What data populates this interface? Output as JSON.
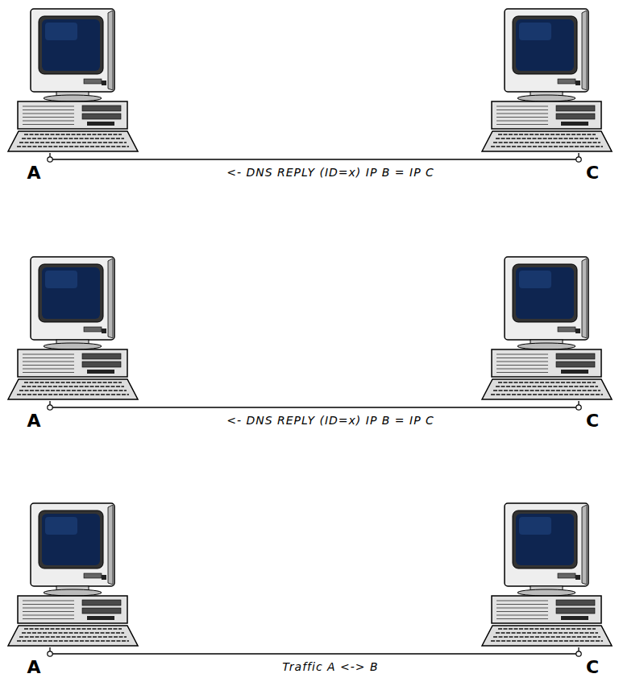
{
  "diagram": {
    "nodes": [
      {
        "text": [
          "A"
        ]
      },
      {
        "text": [
          "C"
        ]
      },
      {
        "text": [
          "A"
        ]
      },
      {
        "text": [
          "C"
        ]
      },
      {
        "text": [
          "A"
        ]
      },
      {
        "text": [
          "C"
        ]
      }
    ],
    "edges": [
      {
        "from": 0,
        "to": 1,
        "arrow": "none",
        "label": "<- DNS REPLY (ID=x) IP B = IP C"
      },
      {
        "from": 2,
        "to": 3,
        "arrow": "none",
        "label": "<- DNS REPLY (ID=x) IP B = IP C"
      },
      {
        "from": 4,
        "to": 5,
        "arrow": "none",
        "label": "Traffic A <-> B"
      }
    ]
  }
}
